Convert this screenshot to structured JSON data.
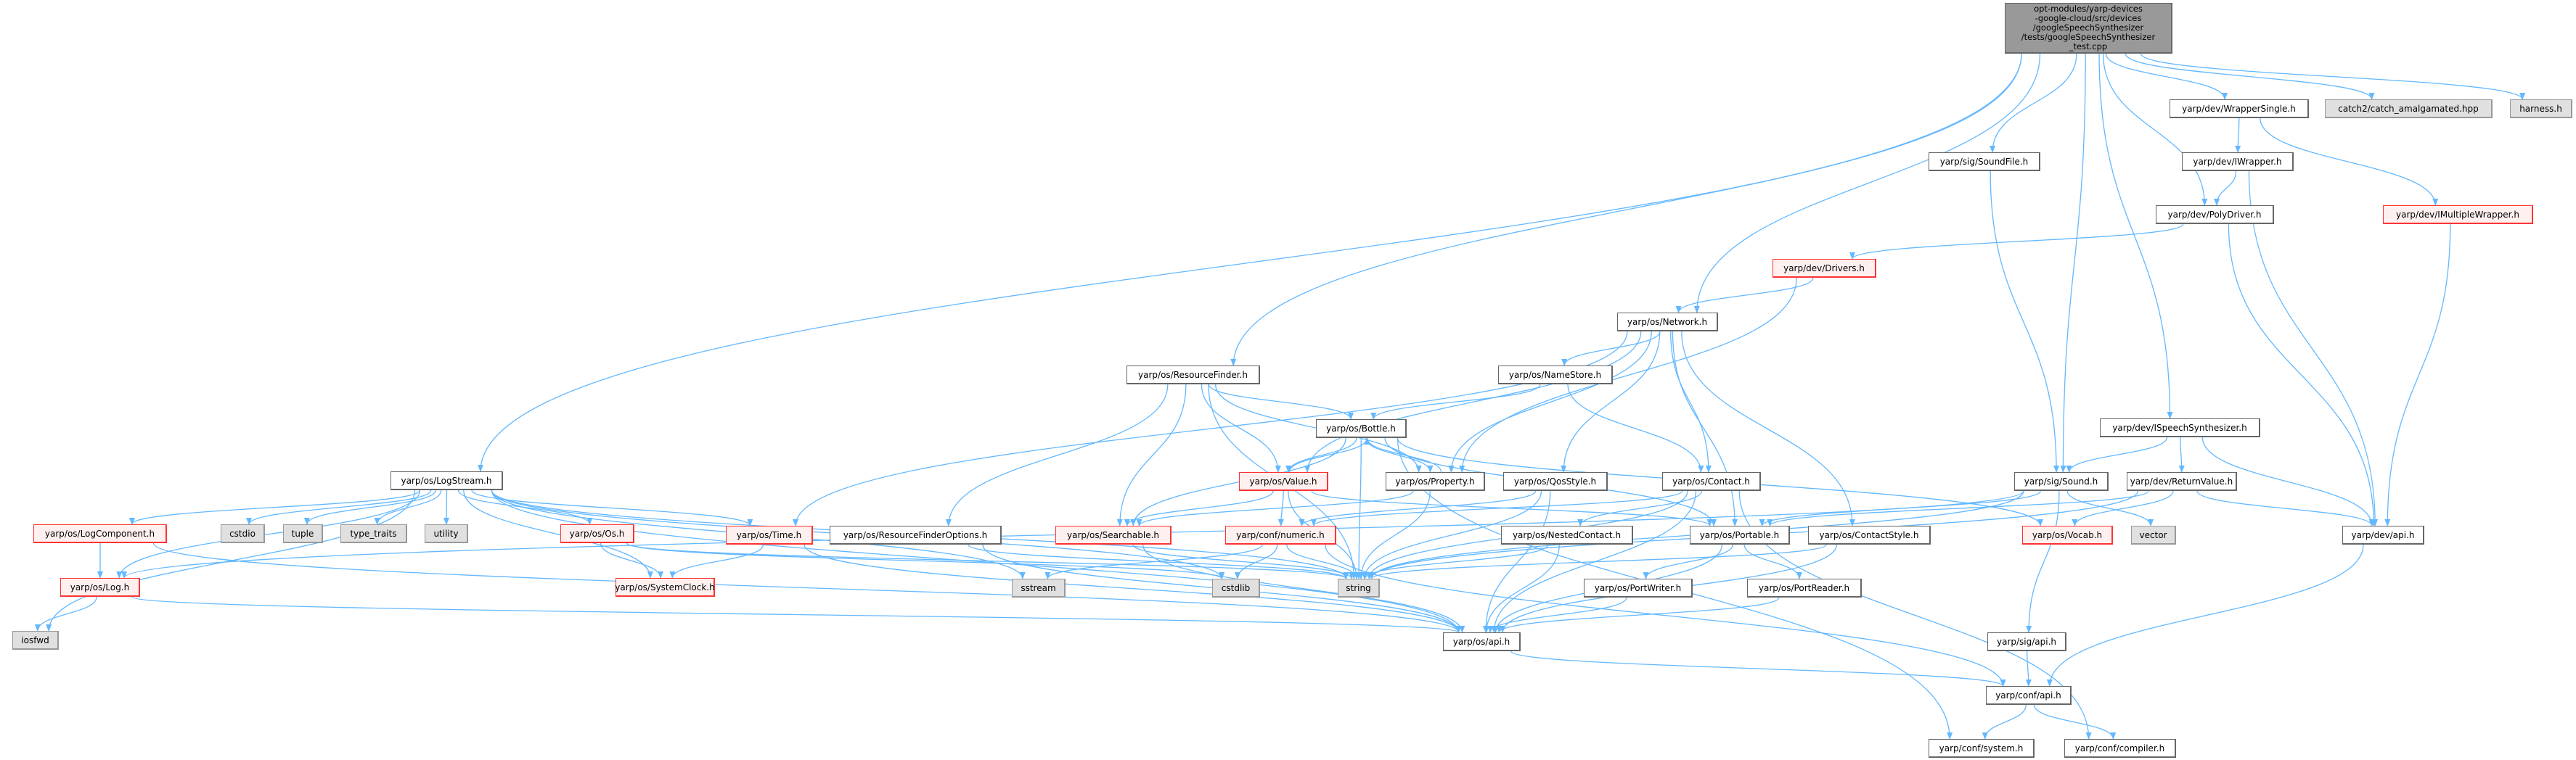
{
  "colors": {
    "edge": "#63b8ff",
    "red_border": "#ff3333",
    "red_fill": "#fff0f0",
    "gray_fill": "#e0e0e0",
    "root_fill": "#999999"
  },
  "nodes": [
    {
      "id": "root",
      "label": "opt-modules/yarp-devices\n-google-cloud/src/devices\n/googleSpeechSynthesizer\n/tests/googleSpeechSynthesizer\n_test.cpp",
      "style": "root"
    },
    {
      "id": "ws",
      "label": "yarp/dev/WrapperSingle.h",
      "style": "normal"
    },
    {
      "id": "catch",
      "label": "catch2/catch_amalgamated.hpp",
      "style": "gray"
    },
    {
      "id": "harness",
      "label": "harness.h",
      "style": "gray"
    },
    {
      "id": "soundfile",
      "label": "yarp/sig/SoundFile.h",
      "style": "normal"
    },
    {
      "id": "iwrapper",
      "label": "yarp/dev/IWrapper.h",
      "style": "normal"
    },
    {
      "id": "polydriver",
      "label": "yarp/dev/PolyDriver.h",
      "style": "normal"
    },
    {
      "id": "imulti",
      "label": "yarp/dev/IMultipleWrapper.h",
      "style": "red"
    },
    {
      "id": "drivers",
      "label": "yarp/dev/Drivers.h",
      "style": "red"
    },
    {
      "id": "network",
      "label": "yarp/os/Network.h",
      "style": "normal"
    },
    {
      "id": "resfinder",
      "label": "yarp/os/ResourceFinder.h",
      "style": "normal"
    },
    {
      "id": "namestore",
      "label": "yarp/os/NameStore.h",
      "style": "normal"
    },
    {
      "id": "ispeech",
      "label": "yarp/dev/ISpeechSynthesizer.h",
      "style": "normal"
    },
    {
      "id": "bottle",
      "label": "yarp/os/Bottle.h",
      "style": "normal"
    },
    {
      "id": "logstream",
      "label": "yarp/os/LogStream.h",
      "style": "normal"
    },
    {
      "id": "value",
      "label": "yarp/os/Value.h",
      "style": "red"
    },
    {
      "id": "property",
      "label": "yarp/os/Property.h",
      "style": "normal"
    },
    {
      "id": "qos",
      "label": "yarp/os/QosStyle.h",
      "style": "normal"
    },
    {
      "id": "contact",
      "label": "yarp/os/Contact.h",
      "style": "normal"
    },
    {
      "id": "sound",
      "label": "yarp/sig/Sound.h",
      "style": "normal"
    },
    {
      "id": "retval",
      "label": "yarp/dev/ReturnValue.h",
      "style": "normal"
    },
    {
      "id": "logcomp",
      "label": "yarp/os/LogComponent.h",
      "style": "red"
    },
    {
      "id": "cstdio",
      "label": "cstdio",
      "style": "gray"
    },
    {
      "id": "tuple",
      "label": "tuple",
      "style": "gray"
    },
    {
      "id": "typetraits",
      "label": "type_traits",
      "style": "gray"
    },
    {
      "id": "utility",
      "label": "utility",
      "style": "gray"
    },
    {
      "id": "os",
      "label": "yarp/os/Os.h",
      "style": "red"
    },
    {
      "id": "time",
      "label": "yarp/os/Time.h",
      "style": "red"
    },
    {
      "id": "rfo",
      "label": "yarp/os/ResourceFinderOptions.h",
      "style": "normal"
    },
    {
      "id": "searchable",
      "label": "yarp/os/Searchable.h",
      "style": "red"
    },
    {
      "id": "numeric",
      "label": "yarp/conf/numeric.h",
      "style": "red"
    },
    {
      "id": "nested",
      "label": "yarp/os/NestedContact.h",
      "style": "normal"
    },
    {
      "id": "portable",
      "label": "yarp/os/Portable.h",
      "style": "normal"
    },
    {
      "id": "contactstyle",
      "label": "yarp/os/ContactStyle.h",
      "style": "normal"
    },
    {
      "id": "vocab",
      "label": "yarp/os/Vocab.h",
      "style": "red"
    },
    {
      "id": "vector",
      "label": "vector",
      "style": "gray"
    },
    {
      "id": "devapi",
      "label": "yarp/dev/api.h",
      "style": "normal"
    },
    {
      "id": "log",
      "label": "yarp/os/Log.h",
      "style": "red"
    },
    {
      "id": "sysclock",
      "label": "yarp/os/SystemClock.h",
      "style": "red"
    },
    {
      "id": "sstream",
      "label": "sstream",
      "style": "gray"
    },
    {
      "id": "cstdlib",
      "label": "cstdlib",
      "style": "gray"
    },
    {
      "id": "string",
      "label": "string",
      "style": "gray"
    },
    {
      "id": "portwriter",
      "label": "yarp/os/PortWriter.h",
      "style": "normal"
    },
    {
      "id": "portreader",
      "label": "yarp/os/PortReader.h",
      "style": "normal"
    },
    {
      "id": "iosfwd",
      "label": "iosfwd",
      "style": "gray"
    },
    {
      "id": "osapi",
      "label": "yarp/os/api.h",
      "style": "normal"
    },
    {
      "id": "sigapi",
      "label": "yarp/sig/api.h",
      "style": "normal"
    },
    {
      "id": "confapi",
      "label": "yarp/conf/api.h",
      "style": "normal"
    },
    {
      "id": "confsystem",
      "label": "yarp/conf/system.h",
      "style": "normal"
    },
    {
      "id": "confcompiler",
      "label": "yarp/conf/compiler.h",
      "style": "normal"
    }
  ],
  "edges": [
    [
      "root",
      "logstream"
    ],
    [
      "root",
      "resfinder"
    ],
    [
      "root",
      "network"
    ],
    [
      "root",
      "soundfile"
    ],
    [
      "root",
      "sound"
    ],
    [
      "root",
      "polydriver"
    ],
    [
      "root",
      "ispeech"
    ],
    [
      "root",
      "ws"
    ],
    [
      "root",
      "catch"
    ],
    [
      "root",
      "harness"
    ],
    [
      "ws",
      "iwrapper"
    ],
    [
      "ws",
      "imulti"
    ],
    [
      "iwrapper",
      "polydriver"
    ],
    [
      "iwrapper",
      "devapi"
    ],
    [
      "imulti",
      "devapi"
    ],
    [
      "polydriver",
      "drivers"
    ],
    [
      "polydriver",
      "devapi"
    ],
    [
      "drivers",
      "network"
    ],
    [
      "drivers",
      "property"
    ],
    [
      "soundfile",
      "sound"
    ],
    [
      "network",
      "time"
    ],
    [
      "network",
      "value"
    ],
    [
      "network",
      "property"
    ],
    [
      "network",
      "namestore"
    ],
    [
      "network",
      "qos"
    ],
    [
      "network",
      "contact"
    ],
    [
      "network",
      "portable"
    ],
    [
      "network",
      "contactstyle"
    ],
    [
      "namestore",
      "bottle"
    ],
    [
      "namestore",
      "contact"
    ],
    [
      "resfinder",
      "rfo"
    ],
    [
      "resfinder",
      "searchable"
    ],
    [
      "resfinder",
      "value"
    ],
    [
      "resfinder",
      "bottle"
    ],
    [
      "resfinder",
      "property"
    ],
    [
      "resfinder",
      "string"
    ],
    [
      "bottle",
      "value"
    ],
    [
      "bottle",
      "property"
    ],
    [
      "bottle",
      "searchable"
    ],
    [
      "bottle",
      "string"
    ],
    [
      "bottle",
      "portable"
    ],
    [
      "bottle",
      "vocab"
    ],
    [
      "value",
      "bottle"
    ],
    [
      "value",
      "searchable"
    ],
    [
      "value",
      "numeric"
    ],
    [
      "value",
      "string"
    ],
    [
      "value",
      "portable"
    ],
    [
      "property",
      "bottle"
    ],
    [
      "property",
      "searchable"
    ],
    [
      "property",
      "string"
    ],
    [
      "qos",
      "numeric"
    ],
    [
      "qos",
      "string"
    ],
    [
      "qos",
      "osapi"
    ],
    [
      "contact",
      "nested"
    ],
    [
      "contact",
      "numeric"
    ],
    [
      "contact",
      "string"
    ],
    [
      "contact",
      "osapi"
    ],
    [
      "contact",
      "confcompiler"
    ],
    [
      "ispeech",
      "sound"
    ],
    [
      "ispeech",
      "retval"
    ],
    [
      "ispeech",
      "devapi"
    ],
    [
      "sound",
      "portable"
    ],
    [
      "sound",
      "string"
    ],
    [
      "sound",
      "vector"
    ],
    [
      "sound",
      "sigapi"
    ],
    [
      "sound",
      "log"
    ],
    [
      "retval",
      "vocab"
    ],
    [
      "retval",
      "portable"
    ],
    [
      "retval",
      "string"
    ],
    [
      "retval",
      "devapi"
    ],
    [
      "logstream",
      "logcomp"
    ],
    [
      "logstream",
      "cstdio"
    ],
    [
      "logstream",
      "tuple"
    ],
    [
      "logstream",
      "typetraits"
    ],
    [
      "logstream",
      "utility"
    ],
    [
      "logstream",
      "os"
    ],
    [
      "logstream",
      "log"
    ],
    [
      "logstream",
      "iosfwd"
    ],
    [
      "logstream",
      "sysclock"
    ],
    [
      "logstream",
      "time"
    ],
    [
      "logstream",
      "sstream"
    ],
    [
      "logstream",
      "string"
    ],
    [
      "logstream",
      "osapi"
    ],
    [
      "logstream",
      "cstdlib"
    ],
    [
      "logcomp",
      "log"
    ],
    [
      "logcomp",
      "osapi"
    ],
    [
      "log",
      "iosfwd"
    ],
    [
      "log",
      "osapi"
    ],
    [
      "os",
      "string"
    ],
    [
      "os",
      "cstdlib"
    ],
    [
      "os",
      "sysclock"
    ],
    [
      "time",
      "sysclock"
    ],
    [
      "time",
      "osapi"
    ],
    [
      "rfo",
      "string"
    ],
    [
      "rfo",
      "osapi"
    ],
    [
      "searchable",
      "string"
    ],
    [
      "searchable",
      "osapi"
    ],
    [
      "numeric",
      "sstream"
    ],
    [
      "numeric",
      "cstdlib"
    ],
    [
      "numeric",
      "string"
    ],
    [
      "numeric",
      "confapi"
    ],
    [
      "nested",
      "string"
    ],
    [
      "nested",
      "osapi"
    ],
    [
      "portable",
      "portwriter"
    ],
    [
      "portable",
      "portreader"
    ],
    [
      "portable",
      "osapi"
    ],
    [
      "contactstyle",
      "string"
    ],
    [
      "contactstyle",
      "osapi"
    ],
    [
      "portwriter",
      "osapi"
    ],
    [
      "portreader",
      "osapi"
    ],
    [
      "osapi",
      "confapi"
    ],
    [
      "sigapi",
      "confapi"
    ],
    [
      "devapi",
      "confapi"
    ],
    [
      "confapi",
      "confsystem"
    ],
    [
      "confapi",
      "confcompiler"
    ],
    [
      "bottle",
      "confsystem"
    ]
  ]
}
